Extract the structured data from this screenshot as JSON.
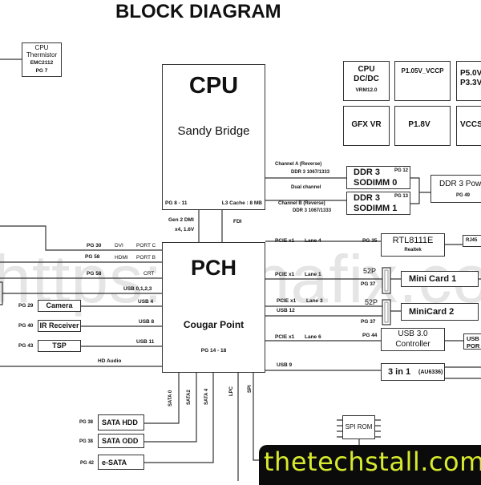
{
  "title": "BLOCK DIAGRAM",
  "cpu_thermistor": {
    "line1": "CPU",
    "line2": "Thermistor",
    "chip": "EMC2112",
    "page": "PG 7"
  },
  "cpu": {
    "title": "CPU",
    "name": "Sandy Bridge",
    "page": "PG 8 - 11",
    "cache": "L3 Cache : 8 MB"
  },
  "dmi": {
    "line1": "Gen 2 DMI",
    "line2": "x4, 1.6V",
    "fdi": "FDI"
  },
  "pch": {
    "title": "PCH",
    "name": "Cougar Point",
    "page": "PG 14 - 18"
  },
  "power": [
    {
      "lines": [
        "CPU",
        "DC/DC"
      ],
      "sub": "VRM12.0"
    },
    {
      "lines": [
        "P1.05V_VCCP"
      ],
      "sub": ""
    },
    {
      "lines": [
        "P5.0V",
        "P3.3V"
      ],
      "sub": ""
    },
    {
      "lines": [
        "GFX VR"
      ],
      "sub": ""
    },
    {
      "lines": [
        "P1.8V"
      ],
      "sub": ""
    },
    {
      "lines": [
        "VCCS"
      ],
      "sub": ""
    }
  ],
  "memory": {
    "channel_a": "Channel A (Reverse)",
    "channel_a_speed": "DDR 3 1067/1333",
    "dual": "Dual channel",
    "channel_b": "Channel B (Reverse)",
    "channel_b_speed": "DDR 3 1067/1333",
    "sodimm0": {
      "line1": "DDR 3",
      "line2": "SODIMM 0",
      "page": "PG 12"
    },
    "sodimm1": {
      "line1": "DDR 3",
      "line2": "SODIMM 1",
      "page": "PG 13"
    },
    "ddr_power": {
      "label": "DDR 3 Pow",
      "page": "PG 49"
    }
  },
  "left": {
    "dvi": {
      "page": "PG 30",
      "name": "DVI",
      "port": "PORT C"
    },
    "hdmi": {
      "page": "PG 58",
      "name": "HDMI",
      "port": "PORT B"
    },
    "crt": {
      "page": "PG 58",
      "name": "CRT"
    },
    "usb0123": "USB 0,1,2,3",
    "camera": {
      "page": "PG 29",
      "name": "Camera",
      "bus": "USB 4"
    },
    "ir": {
      "page": "PG 40",
      "name": "IR Receiver",
      "bus": "USB 8"
    },
    "tsp": {
      "page": "PG 43",
      "name": "TSP",
      "bus": "USB 11"
    },
    "hd_audio": "HD Audio"
  },
  "right": {
    "lan": {
      "bus": "PCIE x1",
      "lane": "Lane 4",
      "page": "PG 35",
      "chip": "RTL8111E",
      "vendor": "Realtek",
      "jack": "RJ45"
    },
    "minicard1": {
      "bus": "PCIE x1",
      "lane": "Lane 1",
      "pins": "52P",
      "page": "PG 37",
      "name": "Mini Card 1"
    },
    "minicard2": {
      "bus": "PCIE x1",
      "lane": "Lane 3",
      "usb": "USB 12",
      "pins": "52P",
      "page": "PG 37",
      "name": "MiniCard 2"
    },
    "usb3": {
      "bus": "PCIE x1",
      "lane": "Lane 6",
      "page": "PG 44",
      "line1": "USB 3.0",
      "line2": "Controller",
      "port1": "USB",
      "port2": "POR"
    },
    "cardreader": {
      "bus": "USB 9",
      "name": "3 in 1",
      "chip": "(AU6336)"
    }
  },
  "bottom": {
    "sata0": "SATA 0",
    "sata2": "SATA2",
    "sata4": "SATA 4",
    "lpc": "LPC",
    "spi": "SPI",
    "hdd": {
      "page": "PG 38",
      "name": "SATA HDD"
    },
    "odd": {
      "page": "PG 38",
      "name": "SATA ODD"
    },
    "esata": {
      "page": "PG 42",
      "name": "e-SATA"
    },
    "spi_rom": "SPI ROM"
  },
  "watermarks": {
    "vinafix": "https://vinafix.com",
    "techstall": "thetechstall.com"
  },
  "colors": {
    "line": "#333333",
    "badge_bg": "#0b0b0b",
    "badge_text": "#d7ea2e"
  }
}
